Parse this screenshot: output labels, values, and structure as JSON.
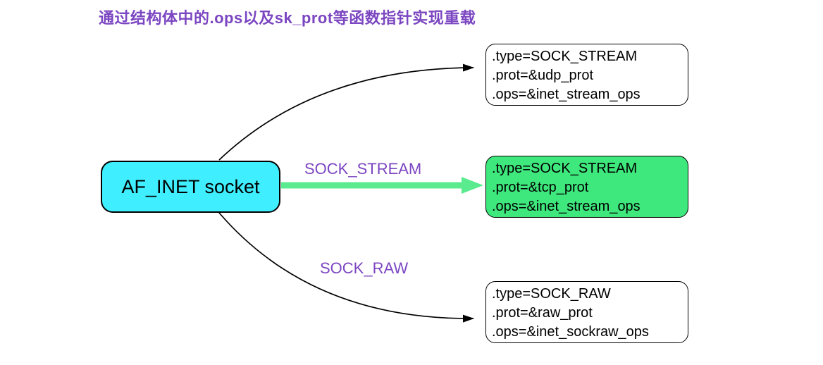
{
  "title": "通过结构体中的.ops以及sk_prot等函数指针实现重载",
  "source": {
    "label": "AF_INET socket"
  },
  "edge_labels": {
    "sock_stream": "SOCK_STREAM",
    "sock_raw": "SOCK_RAW"
  },
  "nodes": {
    "udp": {
      "lines": [
        ".type=SOCK_STREAM",
        ".prot=&udp_prot",
        ".ops=&inet_stream_ops"
      ],
      "highlighted": false
    },
    "tcp": {
      "lines": [
        ".type=SOCK_STREAM",
        ".prot=&tcp_prot",
        ".ops=&inet_stream_ops"
      ],
      "highlighted": true
    },
    "raw": {
      "lines": [
        ".type=SOCK_RAW",
        ".prot=&raw_prot",
        ".ops=&inet_sockraw_ops"
      ],
      "highlighted": false
    }
  },
  "colors": {
    "title_purple": "#7B46C1",
    "edge_label_purple": "#7B46C1",
    "source_fill_cyan": "#40EFFF",
    "highlight_fill_green": "#3EE87D",
    "green_arrow": "#5BEB8F",
    "line_black": "#000000"
  }
}
